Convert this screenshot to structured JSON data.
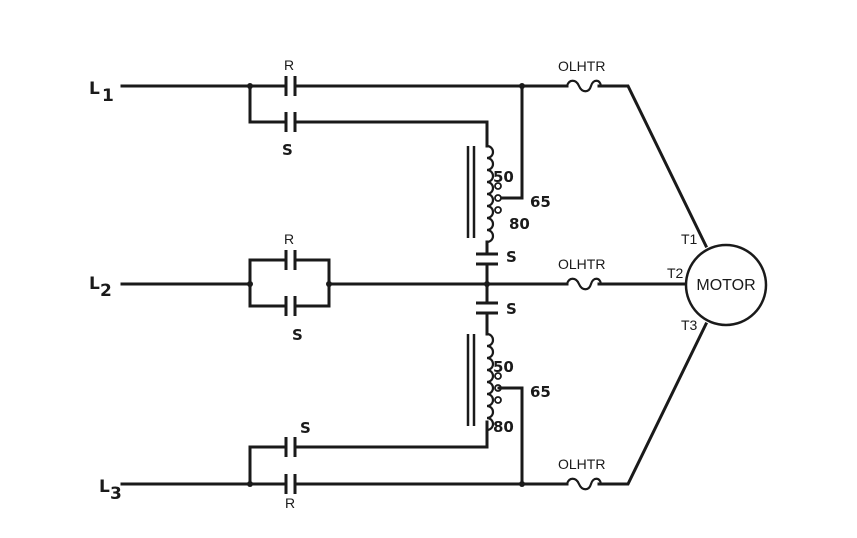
{
  "lines": {
    "l1": {
      "letter": "L",
      "number": "1"
    },
    "l2": {
      "letter": "L",
      "number": "2"
    },
    "l3": {
      "letter": "L",
      "number": "3"
    }
  },
  "contacts": {
    "r_top": "R",
    "s_top": "S",
    "r_mid": "R",
    "s_mid": "S",
    "s_bot": "S",
    "r_bot": "R"
  },
  "series_contacts": {
    "s_upper": "S",
    "s_lower": "S"
  },
  "transformers": {
    "upper": {
      "tap_50": "50",
      "tap_65": "65",
      "tap_80": "80"
    },
    "lower": {
      "tap_50": "50",
      "tap_65": "65",
      "tap_80": "80"
    }
  },
  "overloads": {
    "top": "OLHTR",
    "mid": "OLHTR",
    "bot": "OLHTR"
  },
  "motor": {
    "label": "MOTOR",
    "t1": "T1",
    "t2": "T2",
    "t3": "T3"
  }
}
